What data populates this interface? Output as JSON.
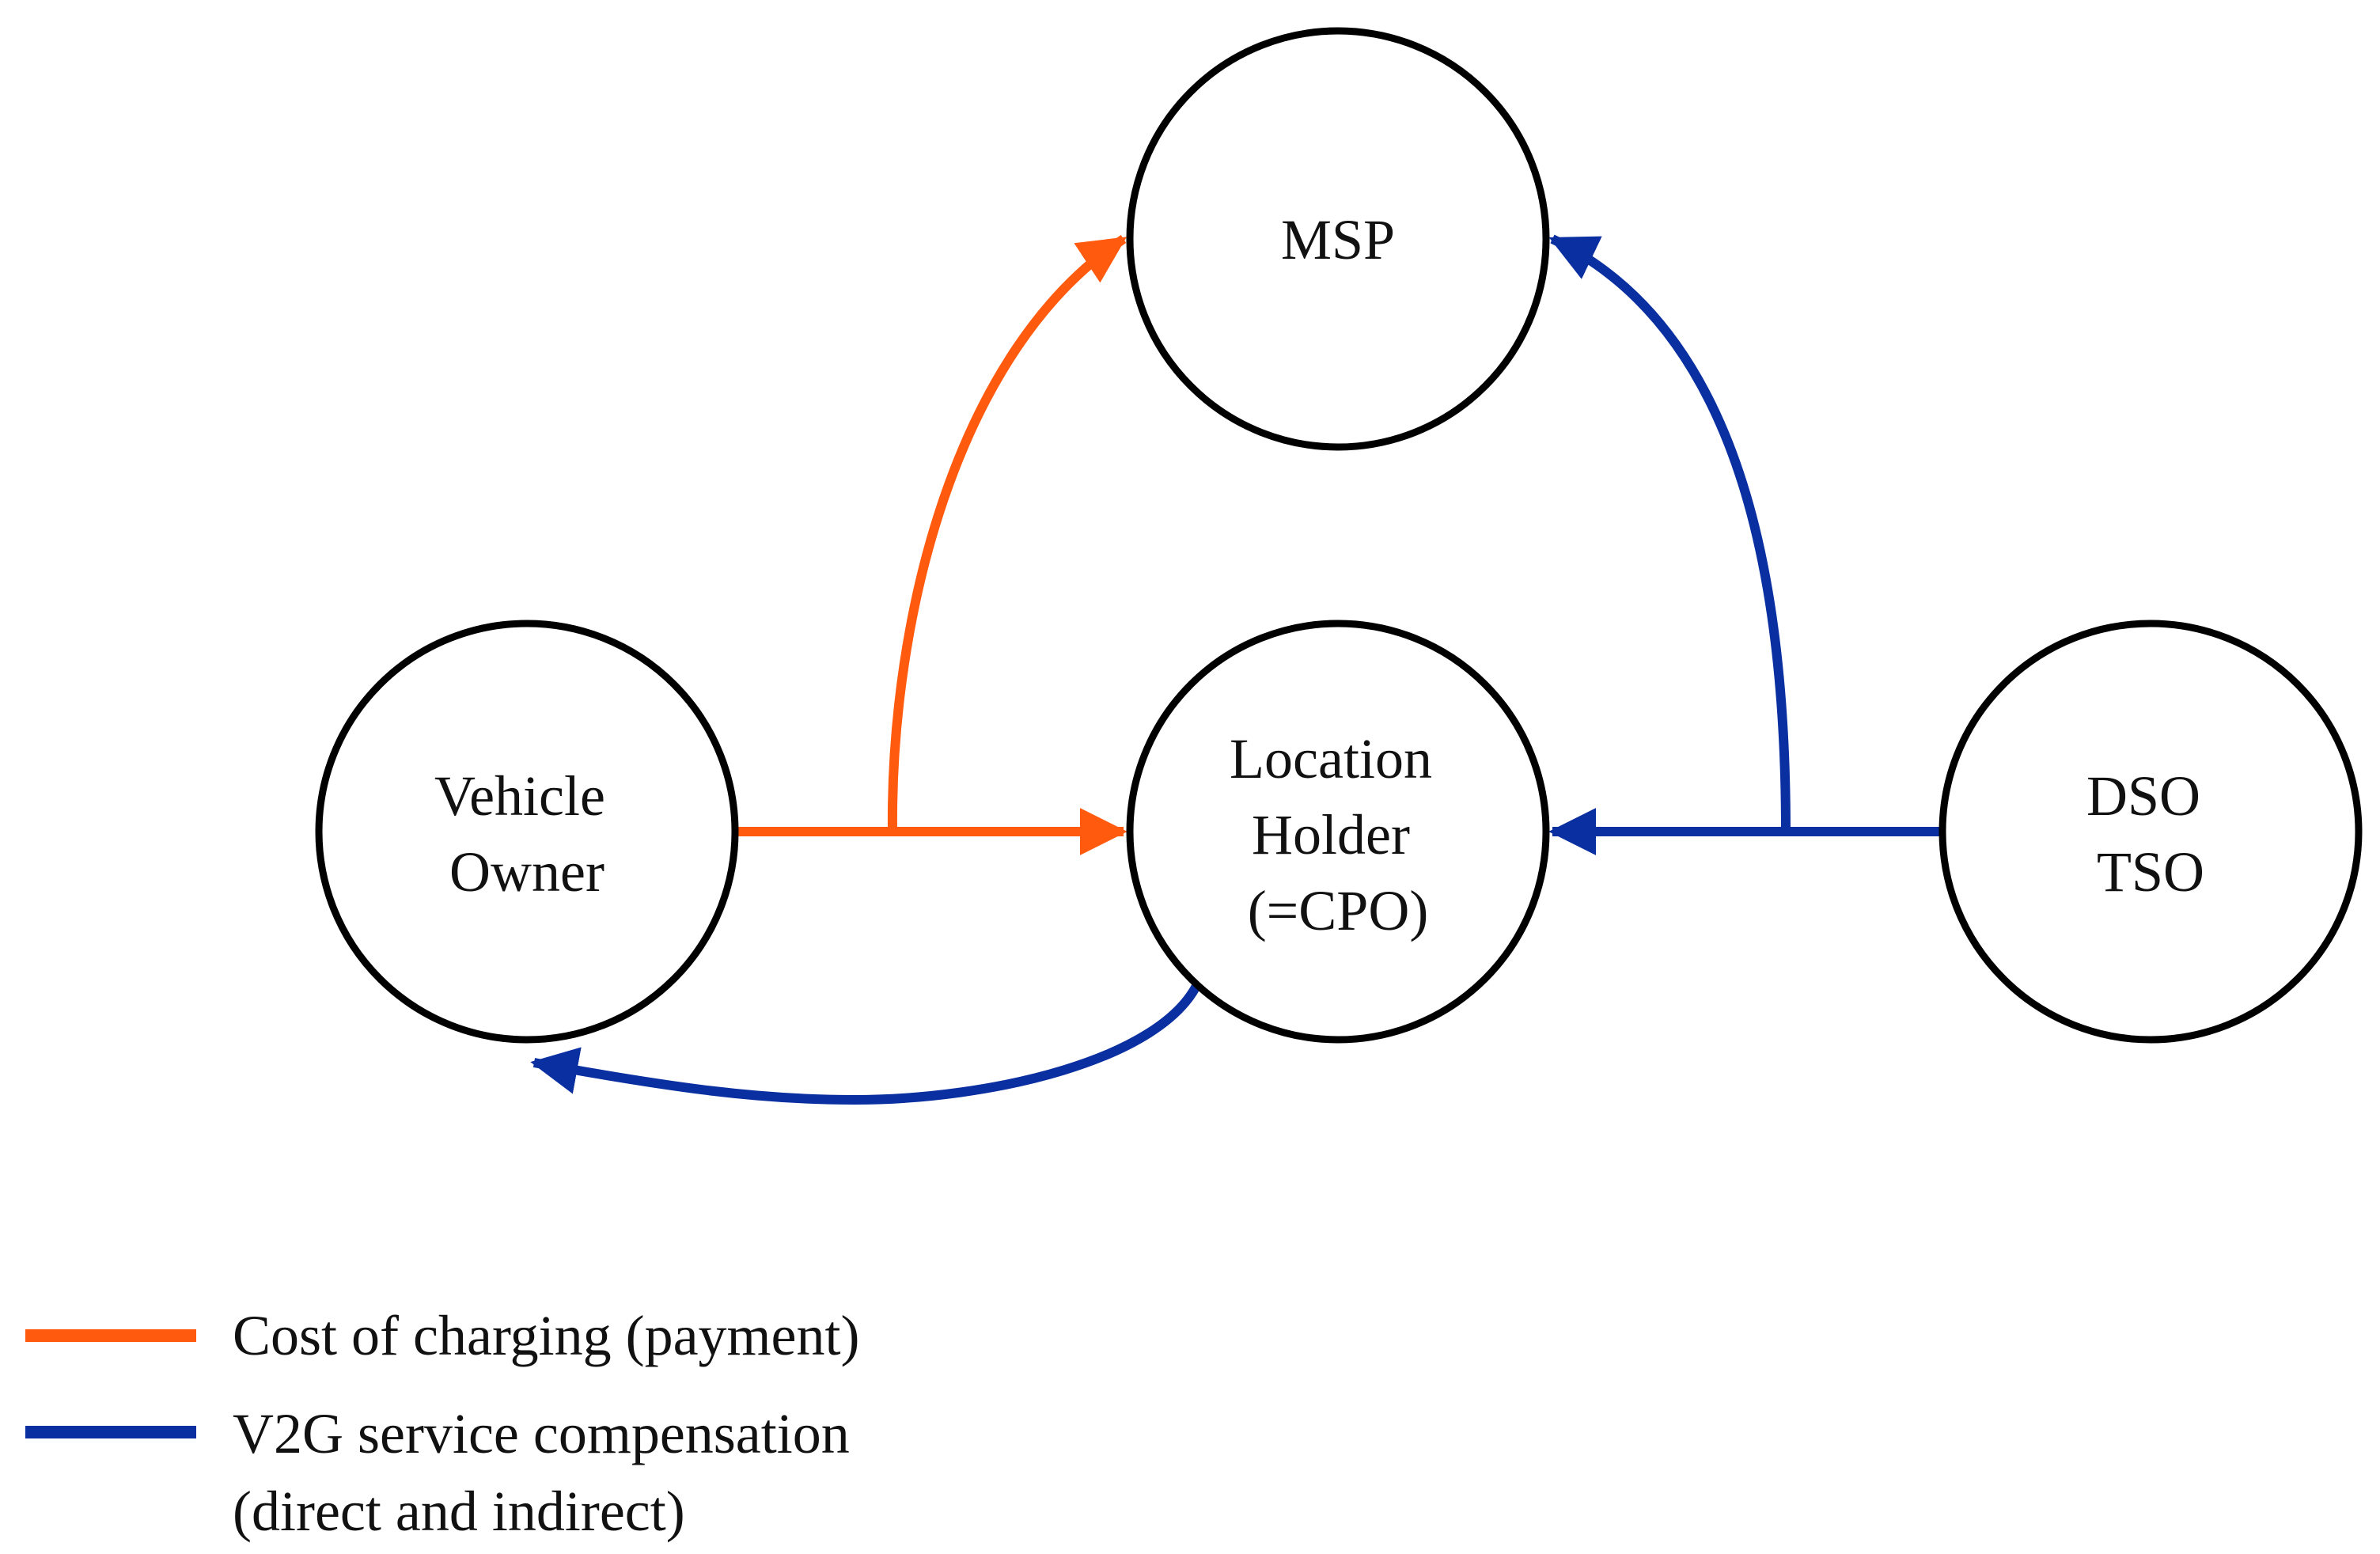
{
  "colors": {
    "cost_of_charging": "#FF5A0E",
    "v2g_compensation": "#0A2FA0",
    "node_stroke": "#000000"
  },
  "nodes": {
    "msp": {
      "lines": [
        "MSP"
      ]
    },
    "vehicle_owner": {
      "lines": [
        "Vehicle",
        "Owner"
      ]
    },
    "location_holder": {
      "lines": [
        "Location",
        "Holder",
        "(=CPO)"
      ]
    },
    "dso_tso": {
      "lines": [
        "DSO",
        "TSO"
      ]
    }
  },
  "legend": {
    "cost_of_charging": {
      "label": "Cost of charging (payment)"
    },
    "v2g_compensation": {
      "lines": [
        "V2G service compensation",
        "(direct and indirect)"
      ]
    }
  }
}
